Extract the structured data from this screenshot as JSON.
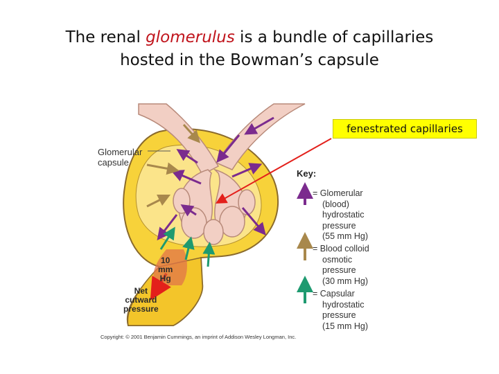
{
  "title": {
    "line1_pre": "The renal ",
    "line1_em": "glomerulus",
    "line1_post": " is a bundle of capillaries",
    "line2": "hosted in the Bowman’s capsule"
  },
  "callout": {
    "text": "fenestrated capillaries"
  },
  "labels": {
    "capsule_line1": "Glomerular",
    "capsule_line2": "capsule",
    "net_value": [
      "10",
      "mm",
      "Hg"
    ],
    "net_label": [
      "Net",
      "cutward",
      "pressure"
    ]
  },
  "key": {
    "title": "Key:",
    "items": [
      {
        "lines": [
          "= Glomerular",
          "(blood)",
          "hydrostatic",
          "pressure",
          "(55 mm Hg)"
        ],
        "color": "#7b2b8e"
      },
      {
        "lines": [
          "= Blood colloid",
          "osmotic",
          "pressure",
          "(30 mm Hg)"
        ],
        "color": "#a8884c"
      },
      {
        "lines": [
          "= Capsular",
          "hydrostatic",
          "pressure",
          "(15 mm Hg)"
        ],
        "color": "#1e9a70"
      }
    ]
  },
  "copyright": "Copyright: © 2001 Benjamin Cummings, an imprint of Addison Wesley Longman, Inc.",
  "colors": {
    "capsule_yellow": "#f7d23a",
    "capillary_pink": "#f2cfc4",
    "red_arrow": "#e3201b",
    "title_accent": "#c0141c"
  }
}
